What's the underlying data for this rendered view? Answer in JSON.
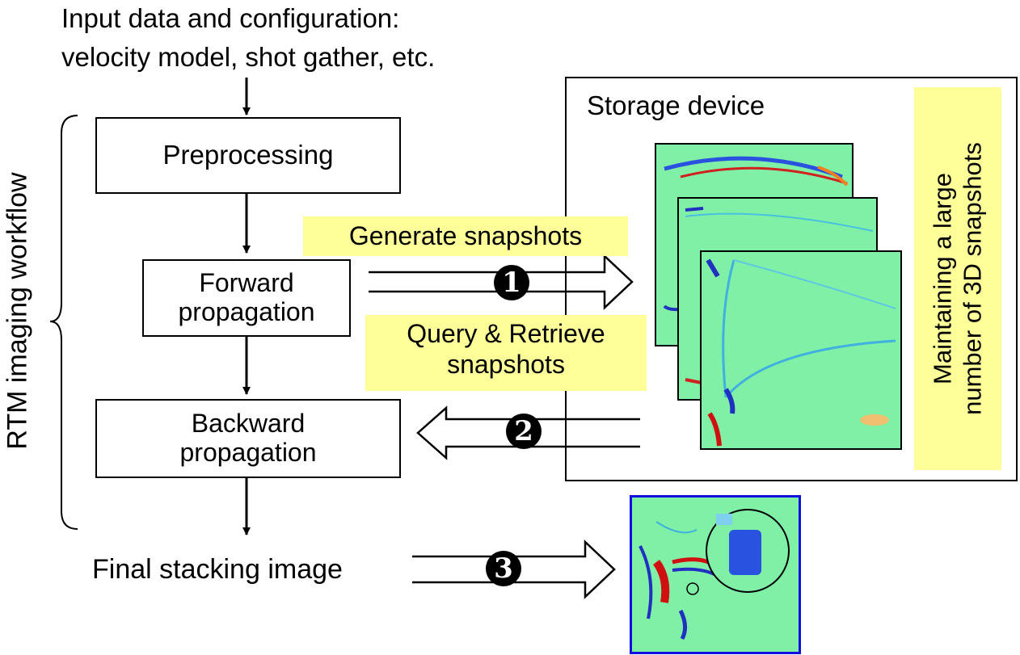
{
  "header": {
    "input_line1": "Input data and configuration:",
    "input_line2": "velocity model, shot gather, etc."
  },
  "workflow": {
    "vertical_label": "RTM imaging workflow",
    "preprocessing": "Preprocessing",
    "forward_line1": "Forward",
    "forward_line2": "propagation",
    "backward_line1": "Backward",
    "backward_line2": "propagation",
    "final": "Final stacking image"
  },
  "storage": {
    "title": "Storage device",
    "note_line1": "Maintaining a large",
    "note_line2": "number of 3D snapshots"
  },
  "labels": {
    "generate": "Generate snapshots",
    "query_line1": "Query & Retrieve",
    "query_line2": "snapshots"
  },
  "steps": {
    "one": "1",
    "two": "2",
    "three": "3"
  },
  "colors": {
    "highlight": "#ffff99",
    "wavefield_background": "#80f0a8",
    "wave_blue": "#2030c0",
    "wave_red": "#d01010",
    "image_frame": "#1010e0"
  }
}
